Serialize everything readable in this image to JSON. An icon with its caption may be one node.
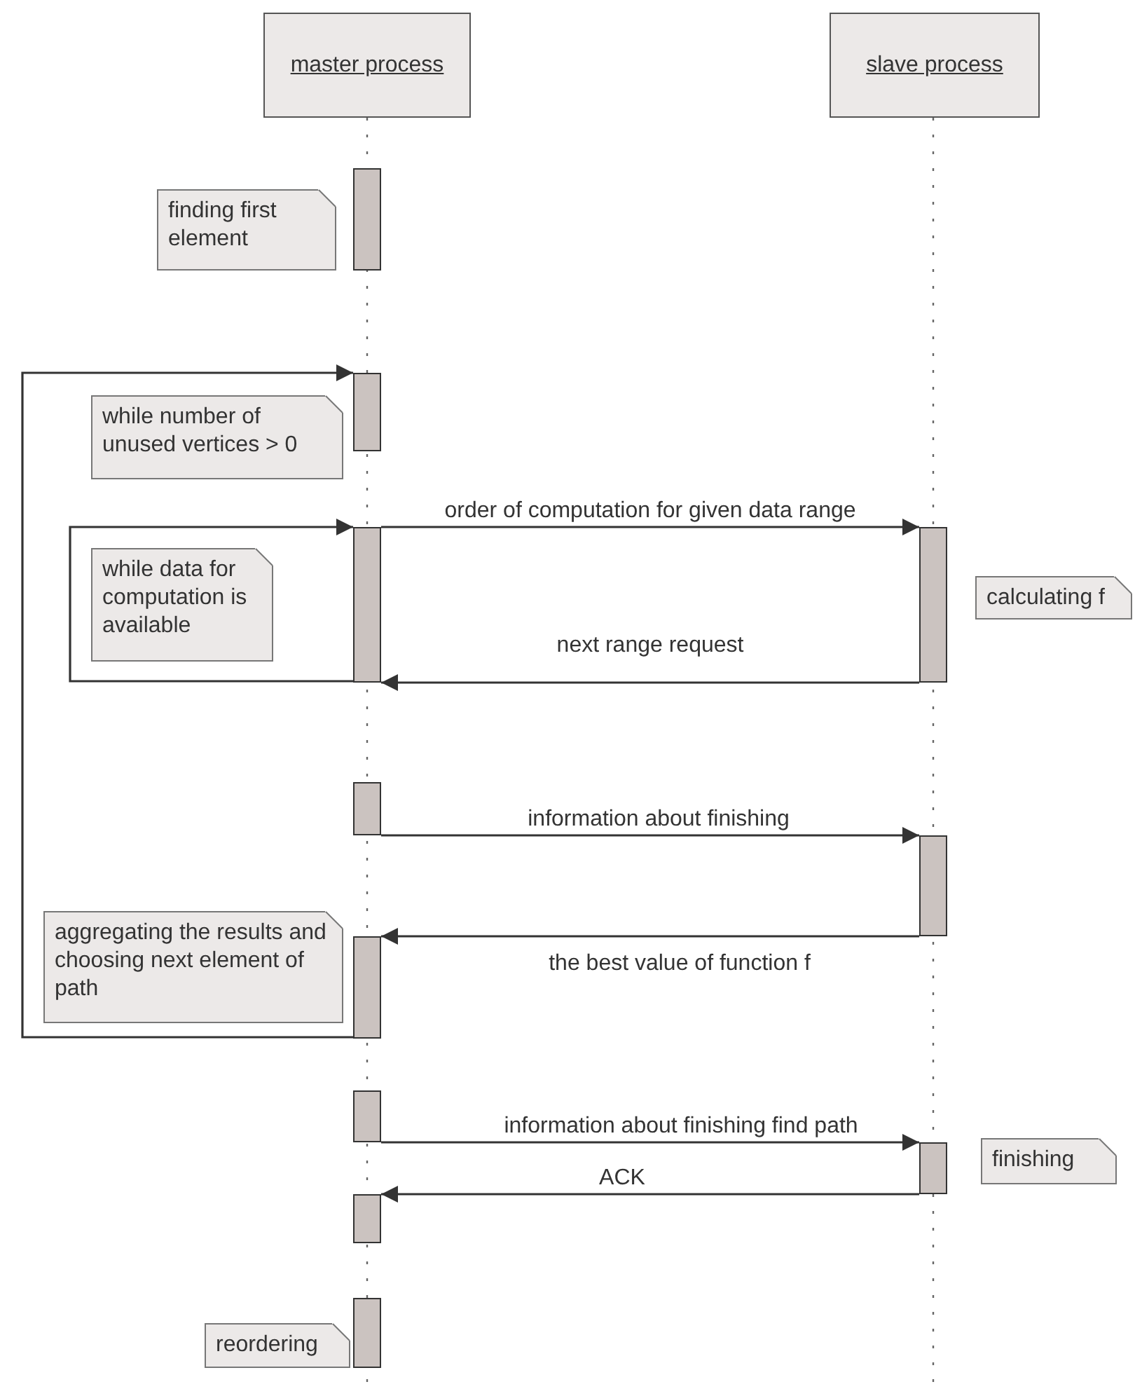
{
  "diagram": {
    "nodes": [
      {
        "text": [
          "master process"
        ]
      },
      {
        "text": [
          "slave process"
        ]
      },
      {
        "text": [],
        "shape": "bar"
      },
      {
        "text": [
          "finding first element"
        ]
      },
      {
        "text": [],
        "shape": "bar"
      },
      {
        "text": [
          "while number of unused vertices > 0"
        ]
      },
      {
        "text": [],
        "shape": "bar"
      },
      {
        "text": [],
        "shape": "bar"
      },
      {
        "text": [
          "while data for computation is available"
        ]
      },
      {
        "text": [
          "calculating f"
        ]
      },
      {
        "text": [],
        "shape": "bar"
      },
      {
        "text": [],
        "shape": "bar"
      },
      {
        "text": [],
        "shape": "bar"
      },
      {
        "text": [
          "aggregating the results and choosing next element of path"
        ]
      },
      {
        "text": [],
        "shape": "bar"
      },
      {
        "text": [],
        "shape": "bar"
      },
      {
        "text": [
          "finishing"
        ]
      },
      {
        "text": [],
        "shape": "bar"
      },
      {
        "text": [],
        "shape": "bar"
      },
      {
        "text": [
          "reordering"
        ]
      }
    ],
    "edges": [
      {
        "from": 12,
        "to": 4,
        "arrow": "to"
      },
      {
        "from": 6,
        "to": 6,
        "arrow": "to"
      },
      {
        "from": 6,
        "to": 7,
        "arrow": "to",
        "label": "order of computation for given data range"
      },
      {
        "from": 7,
        "to": 6,
        "arrow": "to",
        "label": "next range request"
      },
      {
        "from": 10,
        "to": 11,
        "arrow": "to",
        "label": "information about finishing"
      },
      {
        "from": 11,
        "to": 12,
        "arrow": "to",
        "label": "the best value of function f"
      },
      {
        "from": 14,
        "to": 15,
        "arrow": "to",
        "label": "information about finishing find path"
      },
      {
        "from": 15,
        "to": 17,
        "arrow": "to",
        "label": "ACK"
      }
    ]
  }
}
